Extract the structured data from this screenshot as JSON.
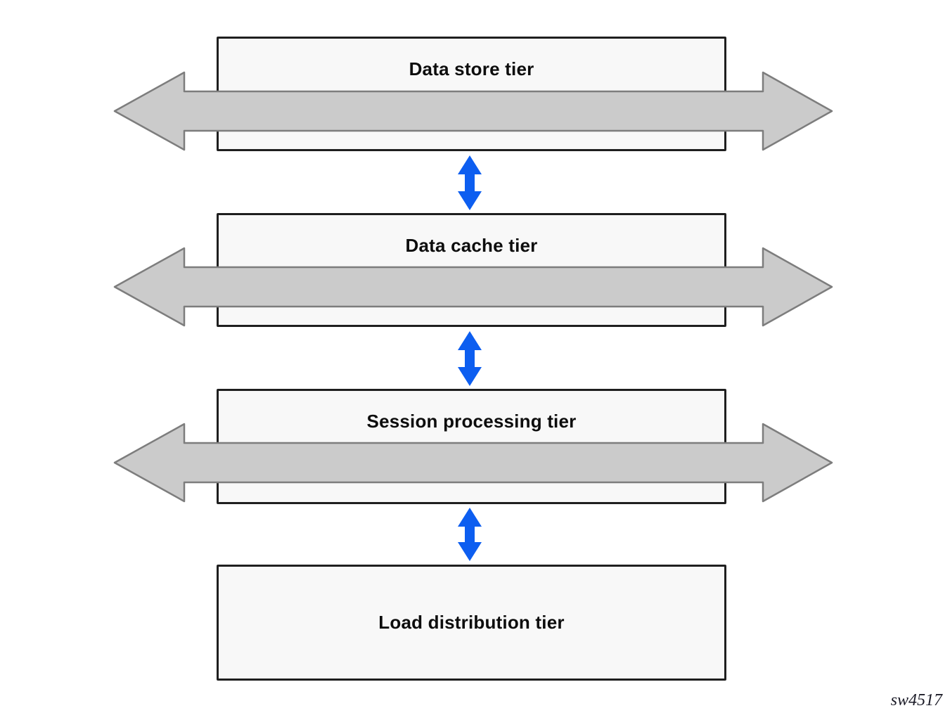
{
  "diagram": {
    "tiers": [
      {
        "label": "Data store tier"
      },
      {
        "label": "Data cache tier"
      },
      {
        "label": "Session processing tier"
      },
      {
        "label": "Load distribution tier"
      }
    ],
    "connectors": {
      "horizontal_arrow": "gray-double-headed-horizontal-arrow",
      "vertical_arrow": "blue-double-headed-vertical-arrow",
      "horizontal_arrow_count": 3,
      "vertical_arrow_count": 3
    },
    "figure_id": "sw4517"
  },
  "colors": {
    "background": "#ffffff",
    "box-fill": "#f8f8f8",
    "box-border": "#1f1f1f",
    "arrow-gray-fill": "#cbcbcb",
    "arrow-gray-stroke": "#7d7d7d",
    "arrow-blue": "#0d5ef0",
    "label-text": "#0d0d0d",
    "figure-text": "#1a1a26"
  }
}
